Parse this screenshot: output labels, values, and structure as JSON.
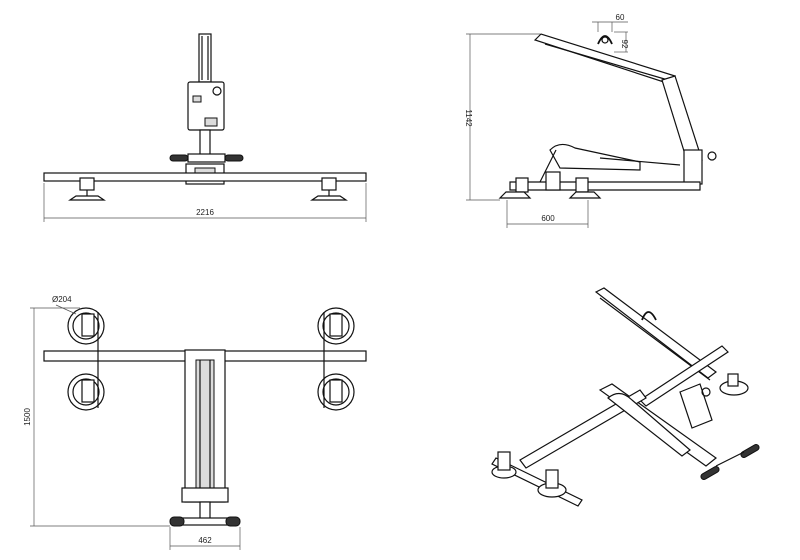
{
  "dimensions": {
    "front_width": "2216",
    "side_height": "1142",
    "side_base": "600",
    "side_top": "60",
    "side_eye": "92",
    "cup_diameter": "Ø204",
    "top_depth": "1500",
    "top_handle_width": "462"
  }
}
